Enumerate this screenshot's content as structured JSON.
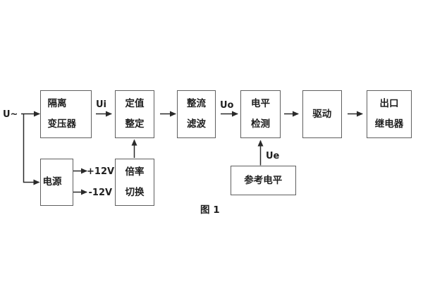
{
  "figure": {
    "caption": "图 1"
  },
  "blocks": {
    "isolation_transformer": {
      "line1": "隔离",
      "line2": "变压器"
    },
    "value_setting": {
      "line1": "定值",
      "line2": "整定"
    },
    "rectifier_filter": {
      "line1": "整流",
      "line2": "滤波"
    },
    "level_detection": {
      "line1": "电平",
      "line2": "检测"
    },
    "driver": {
      "label": "驱动"
    },
    "output_relay": {
      "line1": "出口",
      "line2": "继电器"
    },
    "power_supply": {
      "label": "电源"
    },
    "ratio_switch": {
      "line1": "倍率",
      "line2": "切换"
    },
    "reference_level": {
      "label": "参考电平"
    }
  },
  "signal_labels": {
    "input": "U~",
    "ui": "Ui",
    "uo": "Uo",
    "ue": "Ue",
    "rail_pos": "+12V",
    "rail_neg": "-12V"
  },
  "colors": {
    "background": "#ffffff",
    "box_border": "#5f5f5f",
    "wire": "#2a2a2a",
    "text": "#1f1f1f"
  }
}
